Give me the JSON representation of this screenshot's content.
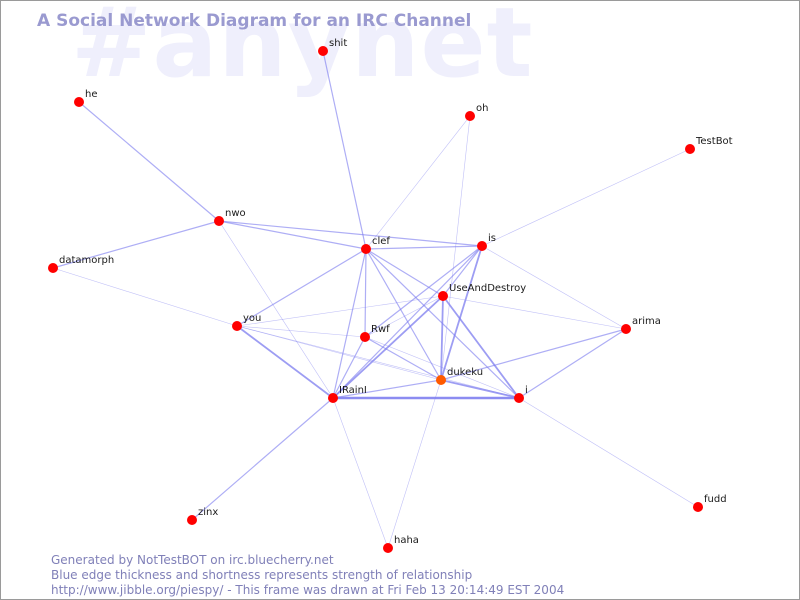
{
  "watermark": "#anynet",
  "title": "A Social Network Diagram for an IRC Channel",
  "colors": {
    "edge": "#7b7bef",
    "node": "#ff0000",
    "node_highlight": "#ff5a00",
    "title": "#9a9ad0",
    "watermark": "#efeffc",
    "footer": "#8080b8"
  },
  "nodes": [
    {
      "id": "shit",
      "label": "shit"
    },
    {
      "id": "he",
      "label": "he"
    },
    {
      "id": "oh",
      "label": "oh"
    },
    {
      "id": "TestBot",
      "label": "TestBot"
    },
    {
      "id": "nwo",
      "label": "nwo"
    },
    {
      "id": "datamorph",
      "label": "datamorph"
    },
    {
      "id": "clef",
      "label": "clef"
    },
    {
      "id": "is",
      "label": "is"
    },
    {
      "id": "UseAndDestroy",
      "label": "UseAndDestroy"
    },
    {
      "id": "you",
      "label": "you"
    },
    {
      "id": "Rwf",
      "label": "Rwf"
    },
    {
      "id": "arima",
      "label": "arima"
    },
    {
      "id": "dukeku",
      "label": "dukeku",
      "highlight": true
    },
    {
      "id": "IRainI",
      "label": "IRainI"
    },
    {
      "id": "i",
      "label": "i"
    },
    {
      "id": "zinx",
      "label": "zinx"
    },
    {
      "id": "haha",
      "label": "haha"
    },
    {
      "id": "fudd",
      "label": "fudd"
    }
  ],
  "edges": [
    {
      "from": "he",
      "to": "nwo",
      "strength": 2
    },
    {
      "from": "shit",
      "to": "clef",
      "strength": 2
    },
    {
      "from": "oh",
      "to": "clef",
      "strength": 1
    },
    {
      "from": "oh",
      "to": "dukeku",
      "strength": 1
    },
    {
      "from": "TestBot",
      "to": "is",
      "strength": 1
    },
    {
      "from": "nwo",
      "to": "datamorph",
      "strength": 2
    },
    {
      "from": "nwo",
      "to": "clef",
      "strength": 2
    },
    {
      "from": "nwo",
      "to": "is",
      "strength": 2
    },
    {
      "from": "nwo",
      "to": "IRainI",
      "strength": 1
    },
    {
      "from": "datamorph",
      "to": "you",
      "strength": 1
    },
    {
      "from": "clef",
      "to": "is",
      "strength": 2
    },
    {
      "from": "clef",
      "to": "you",
      "strength": 2
    },
    {
      "from": "clef",
      "to": "UseAndDestroy",
      "strength": 2
    },
    {
      "from": "clef",
      "to": "Rwf",
      "strength": 2
    },
    {
      "from": "clef",
      "to": "IRainI",
      "strength": 2
    },
    {
      "from": "clef",
      "to": "dukeku",
      "strength": 2
    },
    {
      "from": "clef",
      "to": "i",
      "strength": 2
    },
    {
      "from": "is",
      "to": "UseAndDestroy",
      "strength": 2
    },
    {
      "from": "is",
      "to": "Rwf",
      "strength": 2
    },
    {
      "from": "is",
      "to": "IRainI",
      "strength": 2
    },
    {
      "from": "is",
      "to": "dukeku",
      "strength": 3
    },
    {
      "from": "is",
      "to": "arima",
      "strength": 1
    },
    {
      "from": "UseAndDestroy",
      "to": "you",
      "strength": 1
    },
    {
      "from": "UseAndDestroy",
      "to": "Rwf",
      "strength": 1
    },
    {
      "from": "UseAndDestroy",
      "to": "IRainI",
      "strength": 3
    },
    {
      "from": "UseAndDestroy",
      "to": "dukeku",
      "strength": 3
    },
    {
      "from": "UseAndDestroy",
      "to": "i",
      "strength": 3
    },
    {
      "from": "UseAndDestroy",
      "to": "arima",
      "strength": 1
    },
    {
      "from": "you",
      "to": "Rwf",
      "strength": 1
    },
    {
      "from": "you",
      "to": "IRainI",
      "strength": 3
    },
    {
      "from": "you",
      "to": "dukeku",
      "strength": 1
    },
    {
      "from": "you",
      "to": "i",
      "strength": 1
    },
    {
      "from": "Rwf",
      "to": "IRainI",
      "strength": 2
    },
    {
      "from": "Rwf",
      "to": "dukeku",
      "strength": 2
    },
    {
      "from": "Rwf",
      "to": "i",
      "strength": 1
    },
    {
      "from": "dukeku",
      "to": "IRainI",
      "strength": 2
    },
    {
      "from": "dukeku",
      "to": "i",
      "strength": 3
    },
    {
      "from": "dukeku",
      "to": "arima",
      "strength": 2
    },
    {
      "from": "dukeku",
      "to": "haha",
      "strength": 1
    },
    {
      "from": "IRainI",
      "to": "i",
      "strength": 4
    },
    {
      "from": "IRainI",
      "to": "zinx",
      "strength": 2
    },
    {
      "from": "IRainI",
      "to": "haha",
      "strength": 1
    },
    {
      "from": "i",
      "to": "arima",
      "strength": 2
    },
    {
      "from": "i",
      "to": "fudd",
      "strength": 1
    }
  ],
  "footer": {
    "line1": "Generated by NotTestBOT on irc.bluecherry.net",
    "line2": "Blue edge thickness and shortness represents strength of relationship",
    "line3": "http://www.jibble.org/piespy/ - This frame was drawn at Fri Feb 13 20:14:49 EST 2004"
  }
}
